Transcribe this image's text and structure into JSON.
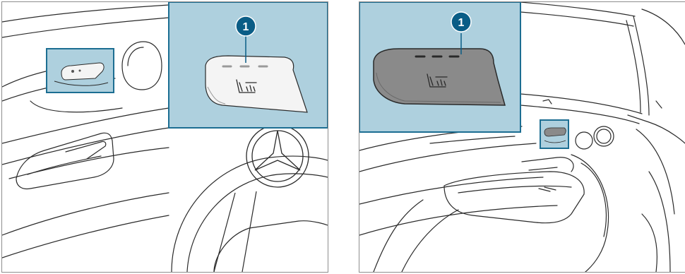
{
  "figure": {
    "left_panel": {
      "callout": {
        "label": "1",
        "target": "seat-heating-button"
      },
      "button": {
        "style": "light",
        "indicator_lamps": 3,
        "icon": "seat-heating-icon"
      }
    },
    "right_panel": {
      "callout": {
        "label": "1",
        "target": "seat-heating-button"
      },
      "button": {
        "style": "dark",
        "indicator_lamps": 3,
        "icon": "seat-heating-icon"
      }
    }
  },
  "colors": {
    "highlight_fill": "#aed0de",
    "highlight_stroke": "#1c6e92",
    "callout_fill": "#0a5d86",
    "callout_text": "#ffffff",
    "line_art": "#2a2a2a",
    "button_light": "#f4f4f4",
    "button_dark": "#8a8a8a"
  }
}
